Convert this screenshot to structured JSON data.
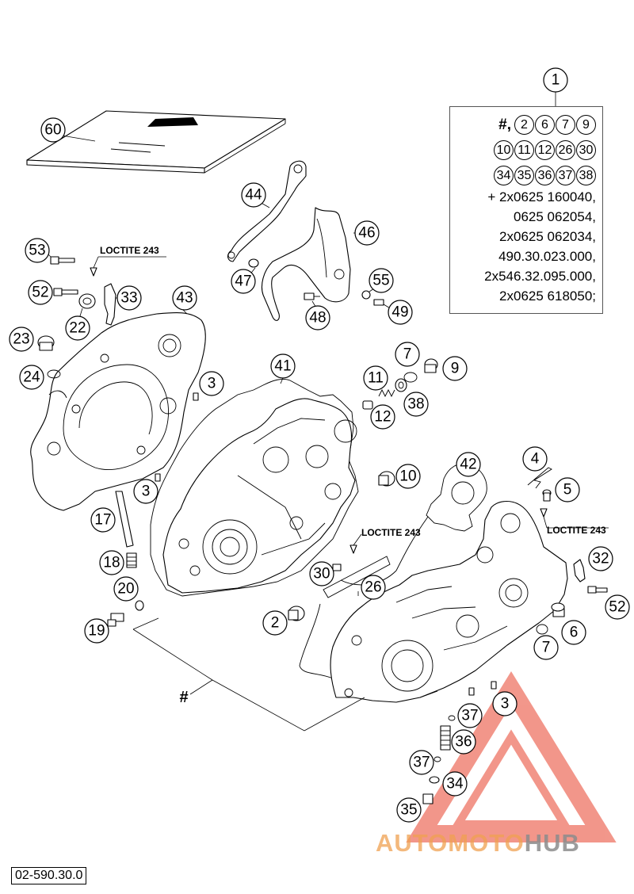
{
  "callouts": [
    "1",
    "60",
    "44",
    "46",
    "47",
    "48",
    "55",
    "49",
    "53",
    "52",
    "22",
    "33",
    "43",
    "23",
    "24",
    "3",
    "41",
    "7",
    "9",
    "11",
    "12",
    "38",
    "10",
    "4",
    "5",
    "42",
    "17",
    "18",
    "20",
    "19",
    "30",
    "26",
    "2",
    "6",
    "32",
    "36",
    "37",
    "34",
    "35"
  ],
  "loctite_label": "LOCTITE 243",
  "assembly_marker": "#",
  "kit": {
    "hash": "#,",
    "row1": [
      "2",
      "6",
      "7",
      "9"
    ],
    "row2": [
      "10",
      "11",
      "12",
      "26",
      "30"
    ],
    "row3": [
      "34",
      "35",
      "36",
      "37",
      "38"
    ],
    "lines": [
      "+ 2x0625 160040,",
      "0625 062054,",
      "2x0625 062034,",
      "490.30.023.000,",
      "2x546.32.095.000,",
      "2x0625 618050;"
    ]
  },
  "drawing_number": "02-590.30.0",
  "watermark": {
    "part1": "AUTOMOTO",
    "part2": "HUB"
  },
  "colors": {
    "watermark_triangle": "#e8412c",
    "watermark_orange": "#f0a050",
    "watermark_gray": "#8c8c8c"
  }
}
